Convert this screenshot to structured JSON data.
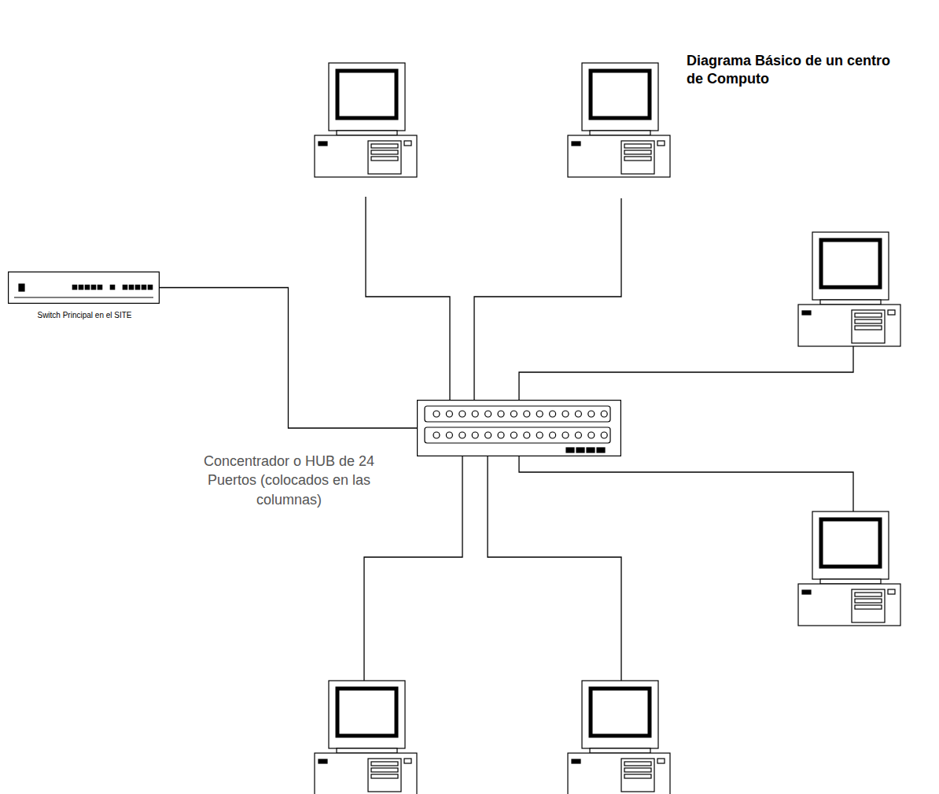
{
  "diagram": {
    "title": "Diagrama Básico de un centro de Computo",
    "nodes": [
      {
        "text": [
          "Switch Principal en el SITE"
        ]
      },
      {
        "text": [
          "Concentrador o HUB de 24 Puertos (colocados en las columnas)"
        ]
      }
    ],
    "edges": [
      {
        "from": 0,
        "to": 1,
        "arrow": "none"
      }
    ]
  }
}
